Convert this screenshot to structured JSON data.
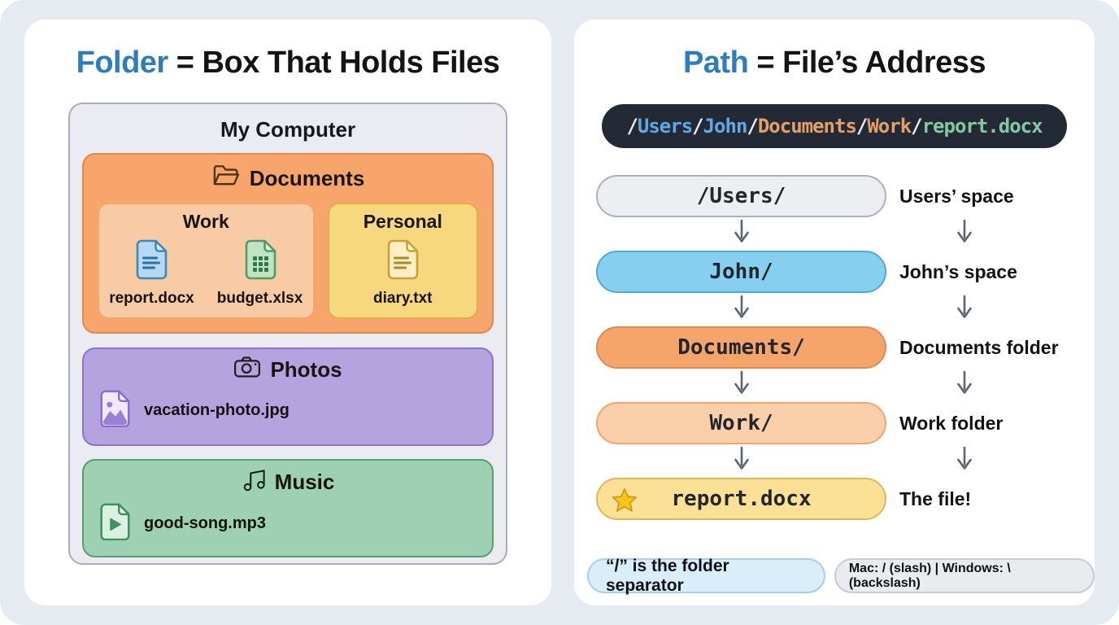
{
  "left_panel": {
    "title": {
      "highlight": "Folder",
      "rest": " = Box That Holds Files"
    },
    "computer": {
      "title": "My Computer",
      "box": {
        "bg": "#eaecf1",
        "border": "#a8aeb9"
      },
      "documents": {
        "title": "Documents",
        "box": {
          "bg": "#f7a56b",
          "border": "#e0894c"
        },
        "work": {
          "title": "Work",
          "box": {
            "bg": "#f9cba4",
            "border": "#f0a96c"
          },
          "files": [
            {
              "name": "report.docx"
            },
            {
              "name": "budget.xlsx"
            }
          ]
        },
        "personal": {
          "title": "Personal",
          "box": {
            "bg": "#f8d87e",
            "border": "#dfad49"
          },
          "files": [
            {
              "name": "diary.txt"
            }
          ]
        }
      },
      "photos": {
        "title": "Photos",
        "box": {
          "bg": "#b5a3e0",
          "border": "#8a74c9"
        },
        "file": "vacation-photo.jpg"
      },
      "music": {
        "title": "Music",
        "box": {
          "bg": "#9ed1b3",
          "border": "#579c73"
        },
        "file": "good-song.mp3"
      }
    }
  },
  "right_panel": {
    "title": {
      "highlight": "Path",
      "rest": " = File’s Address"
    },
    "code_path": {
      "bar_bg": "#232a36",
      "segments": [
        {
          "text": "/",
          "color": "#e8edf3"
        },
        {
          "text": "Users",
          "color": "#63a8e1"
        },
        {
          "text": "/",
          "color": "#e8edf3"
        },
        {
          "text": "John",
          "color": "#63a8e1"
        },
        {
          "text": "/",
          "color": "#e8edf3"
        },
        {
          "text": "Documents",
          "color": "#e2a066"
        },
        {
          "text": "/",
          "color": "#e8edf3"
        },
        {
          "text": "Work",
          "color": "#e2a066"
        },
        {
          "text": "/",
          "color": "#e8edf3"
        },
        {
          "text": "report.docx",
          "color": "#82c9a0"
        }
      ]
    },
    "steps": [
      {
        "pill": "/Users/",
        "label": "Users’ space",
        "bg": "#eceef2",
        "border": "#a9b1bd"
      },
      {
        "pill": "John/",
        "label": "John’s space",
        "bg": "#87cfef",
        "border": "#4da9d9"
      },
      {
        "pill": "Documents/",
        "label": "Documents folder",
        "bg": "#f5a46a",
        "border": "#e08a4e"
      },
      {
        "pill": "Work/",
        "label": "Work folder",
        "bg": "#fbcfa9",
        "border": "#eda671"
      },
      {
        "pill": "report.docx",
        "label": "The file!",
        "bg": "#fbe196",
        "border": "#e2b558"
      }
    ],
    "notes": {
      "separator": "“/” is the folder separator",
      "os": "Mac: / (slash) | Windows: \\ (backslash)"
    }
  },
  "colors": {
    "accent_blue": "#2e7cc0",
    "page_bg": "#e6ebf1",
    "arrow": "#5b6472",
    "star": "#f6c51d"
  }
}
